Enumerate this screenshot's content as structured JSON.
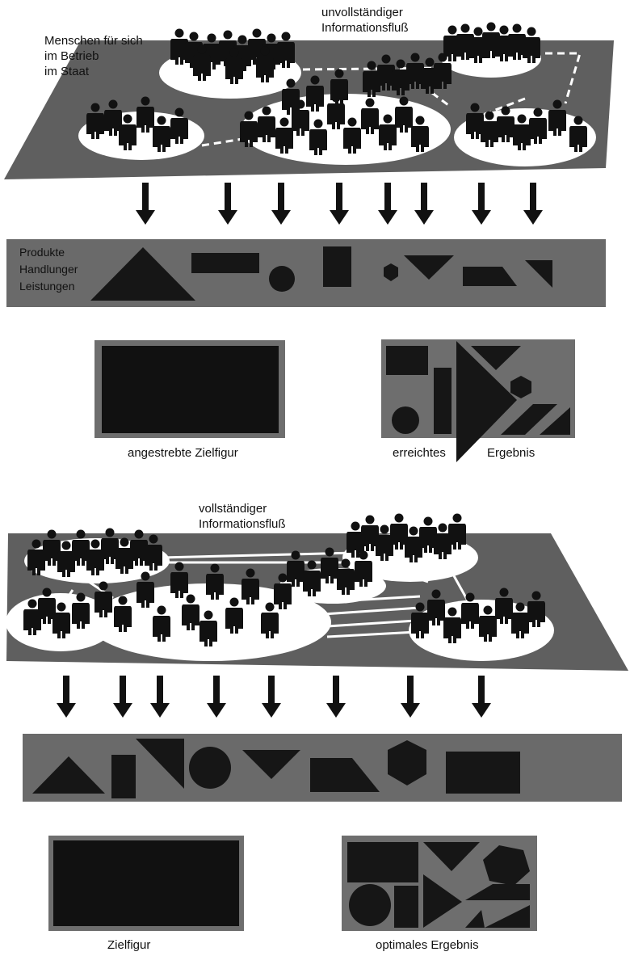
{
  "top": {
    "people_label_lines": [
      "Menschen für sich",
      "im Betrieb",
      "im Staat"
    ],
    "flow_label_lines": [
      "unvollständiger",
      "Informationsfluß"
    ],
    "strip_label_lines": [
      "Produkte",
      "Handlunger",
      "Leistungen"
    ],
    "target_caption": "angestrebte Zielfigur",
    "result_caption_left": "erreichtes",
    "result_caption_right": "Ergebnis"
  },
  "bottom": {
    "flow_label_lines": [
      "vollständiger",
      "Informationsfluß"
    ],
    "target_caption": "Zielfigur",
    "result_caption": "optimales Ergebnis"
  },
  "colors": {
    "plate": "#5f5f5f",
    "strip": "#6a6a6a",
    "figure": "#111111",
    "island": "#ffffff",
    "shape": "#161616",
    "frame": "#6e6e6e"
  }
}
